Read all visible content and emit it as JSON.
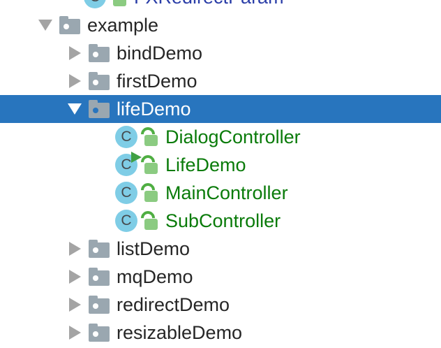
{
  "icons": {
    "class_letter": "C"
  },
  "colors": {
    "panel_bg": "#FFFFFF",
    "selection_bg": "#2875BE",
    "text_default": "#262626",
    "text_selected": "#FFFFFF",
    "text_class_green": "#0A7B0A",
    "text_class_blue": "#2B3EA8",
    "chevron_gray": "#A4A4A4",
    "folder_gray": "#9AA7B0",
    "class_circle_blue": "#7FCDE6",
    "class_letter_color": "#45494C",
    "run_marker_green": "#3FA043",
    "lock_body_green": "#8BCB81",
    "lock_handle_green": "#4FAE42"
  },
  "tree": {
    "rows": [
      {
        "id": "fxredirectparam",
        "label": "FXRedirectParam",
        "kind": "class",
        "depth": 1,
        "text_color": "blue",
        "clipped": "top",
        "selected": false,
        "runnable": false
      },
      {
        "id": "example",
        "label": "example",
        "kind": "folder",
        "state": "expanded",
        "depth": 0,
        "selected": false
      },
      {
        "id": "binddemo",
        "label": "bindDemo",
        "kind": "folder",
        "state": "collapsed",
        "depth": 1,
        "selected": false
      },
      {
        "id": "firstdemo",
        "label": "firstDemo",
        "kind": "folder",
        "state": "collapsed",
        "depth": 1,
        "selected": false
      },
      {
        "id": "lifedemo",
        "label": "lifeDemo",
        "kind": "folder",
        "state": "expanded",
        "depth": 1,
        "selected": true
      },
      {
        "id": "dialogcontroller",
        "label": "DialogController",
        "kind": "class",
        "depth": 2,
        "text_color": "green",
        "selected": false,
        "runnable": false
      },
      {
        "id": "lifedemo-class",
        "label": "LifeDemo",
        "kind": "class",
        "depth": 2,
        "text_color": "green",
        "selected": false,
        "runnable": true
      },
      {
        "id": "maincontroller",
        "label": "MainController",
        "kind": "class",
        "depth": 2,
        "text_color": "green",
        "selected": false,
        "runnable": false
      },
      {
        "id": "subcontroller",
        "label": "SubController",
        "kind": "class",
        "depth": 2,
        "text_color": "green",
        "selected": false,
        "runnable": false
      },
      {
        "id": "listdemo",
        "label": "listDemo",
        "kind": "folder",
        "state": "collapsed",
        "depth": 1,
        "selected": false
      },
      {
        "id": "mqdemo",
        "label": "mqDemo",
        "kind": "folder",
        "state": "collapsed",
        "depth": 1,
        "selected": false
      },
      {
        "id": "redirectdemo",
        "label": "redirectDemo",
        "kind": "folder",
        "state": "collapsed",
        "depth": 1,
        "selected": false
      },
      {
        "id": "resizabledemo",
        "label": "resizableDemo",
        "kind": "folder",
        "state": "collapsed",
        "depth": 1,
        "selected": false
      }
    ]
  }
}
